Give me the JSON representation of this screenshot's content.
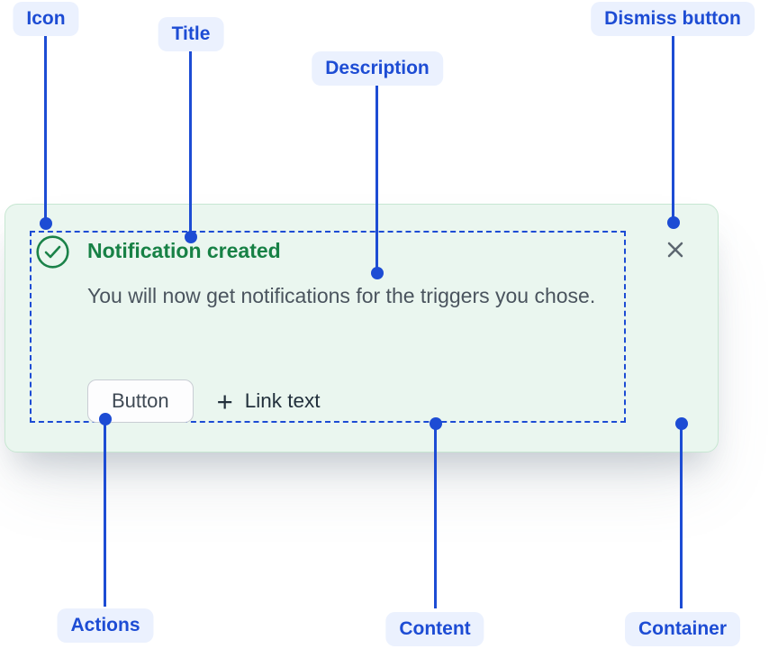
{
  "annotations": {
    "icon": {
      "label": "Icon"
    },
    "title": {
      "label": "Title"
    },
    "description": {
      "label": "Description"
    },
    "dismiss_button": {
      "label": "Dismiss button"
    },
    "actions": {
      "label": "Actions"
    },
    "content": {
      "label": "Content"
    },
    "container": {
      "label": "Container"
    }
  },
  "flag": {
    "title": "Notification created",
    "description": "You will now get notifications for the triggers you chose.",
    "actions": {
      "button_label": "Button",
      "link_plus_glyph": "+",
      "link_label": "Link text"
    },
    "icon_name": "check-circle-icon",
    "dismiss_icon_name": "close-icon"
  },
  "colors": {
    "annotation_blue": "#1d4cd4",
    "annotation_pill_background": "#ebf1fe",
    "success_green_icon": "#1b8249",
    "success_green_title": "#178145",
    "card_background": "#eaf6ef",
    "card_border": "#c7e7d2",
    "description_text": "#4a545e",
    "action_text": "#22303c",
    "dismiss_gray": "#5c6670"
  }
}
